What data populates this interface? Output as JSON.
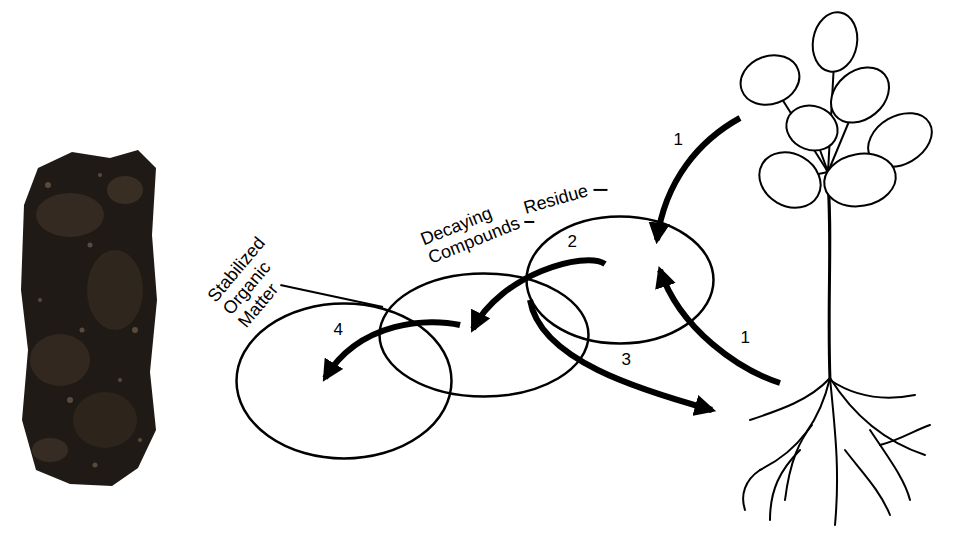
{
  "diagram": {
    "nodes": [
      {
        "text": [
          "Stabilized Organic Matter"
        ]
      },
      {
        "text": [
          "Decaying Compounds"
        ]
      },
      {
        "text": [
          "Residue"
        ]
      }
    ],
    "edges": [
      {
        "from": 2,
        "to": 1,
        "arrow": "to",
        "label": "2"
      },
      {
        "from": 1,
        "to": 0,
        "arrow": "to",
        "label": "4"
      }
    ],
    "labels": [
      "1",
      "1",
      "3"
    ]
  }
}
